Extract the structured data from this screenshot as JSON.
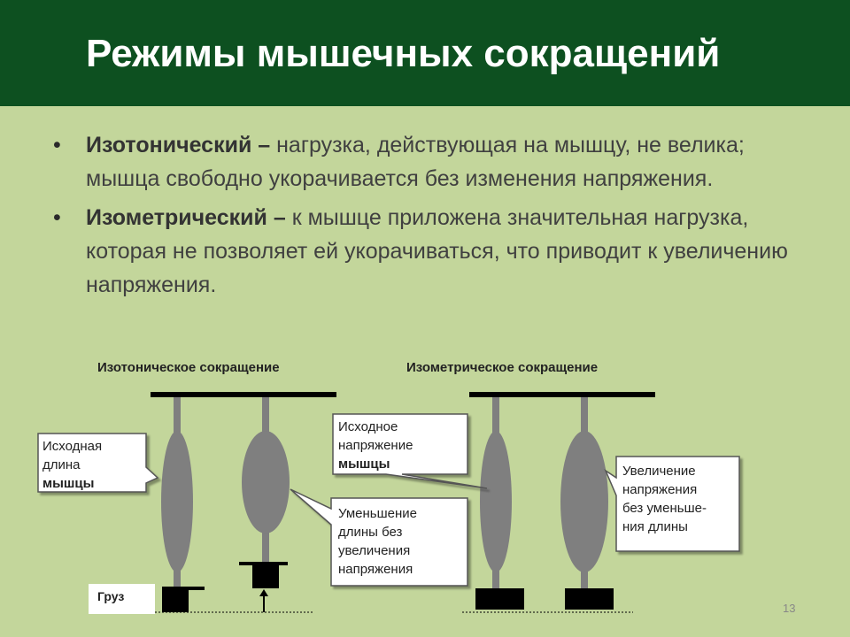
{
  "slide": {
    "title": "Режимы мышечных сокращений",
    "page_number": "13"
  },
  "bullets": [
    {
      "term": "Изотонический –",
      "text": " нагрузка, действующая на мышцу, не велика; мышца свободно укорачивается без изменения напряжения."
    },
    {
      "term": "Изометрический –",
      "text": " к мышце приложена значительная нагрузка, которая не позволяет ей укорачиваться, что приводит к увеличению напряжения."
    }
  ],
  "diagram": {
    "isotonic_title": "Изотоническое сокращение",
    "isometric_title": "Изометрическое сокращение",
    "callout_initial_length": {
      "line1": "Исходная",
      "line2": "длина",
      "line3": "мышцы"
    },
    "callout_length_decrease": {
      "line1": "Уменьшение",
      "line2": "длины без",
      "line3": "увеличения",
      "line4": "напряжения"
    },
    "callout_initial_tension": {
      "line1": "Исходное",
      "line2": "напряжение",
      "line3": "мышцы"
    },
    "callout_tension_increase": {
      "line1": "Увеличение",
      "line2": "напряжения",
      "line3": "без уменьше-",
      "line4": "ния длины"
    },
    "load_label": "Груз"
  },
  "colors": {
    "header_bg": "#0d5020",
    "slide_bg": "#c3d69b",
    "muscle": "#7f7f7f",
    "weight": "#000000"
  }
}
